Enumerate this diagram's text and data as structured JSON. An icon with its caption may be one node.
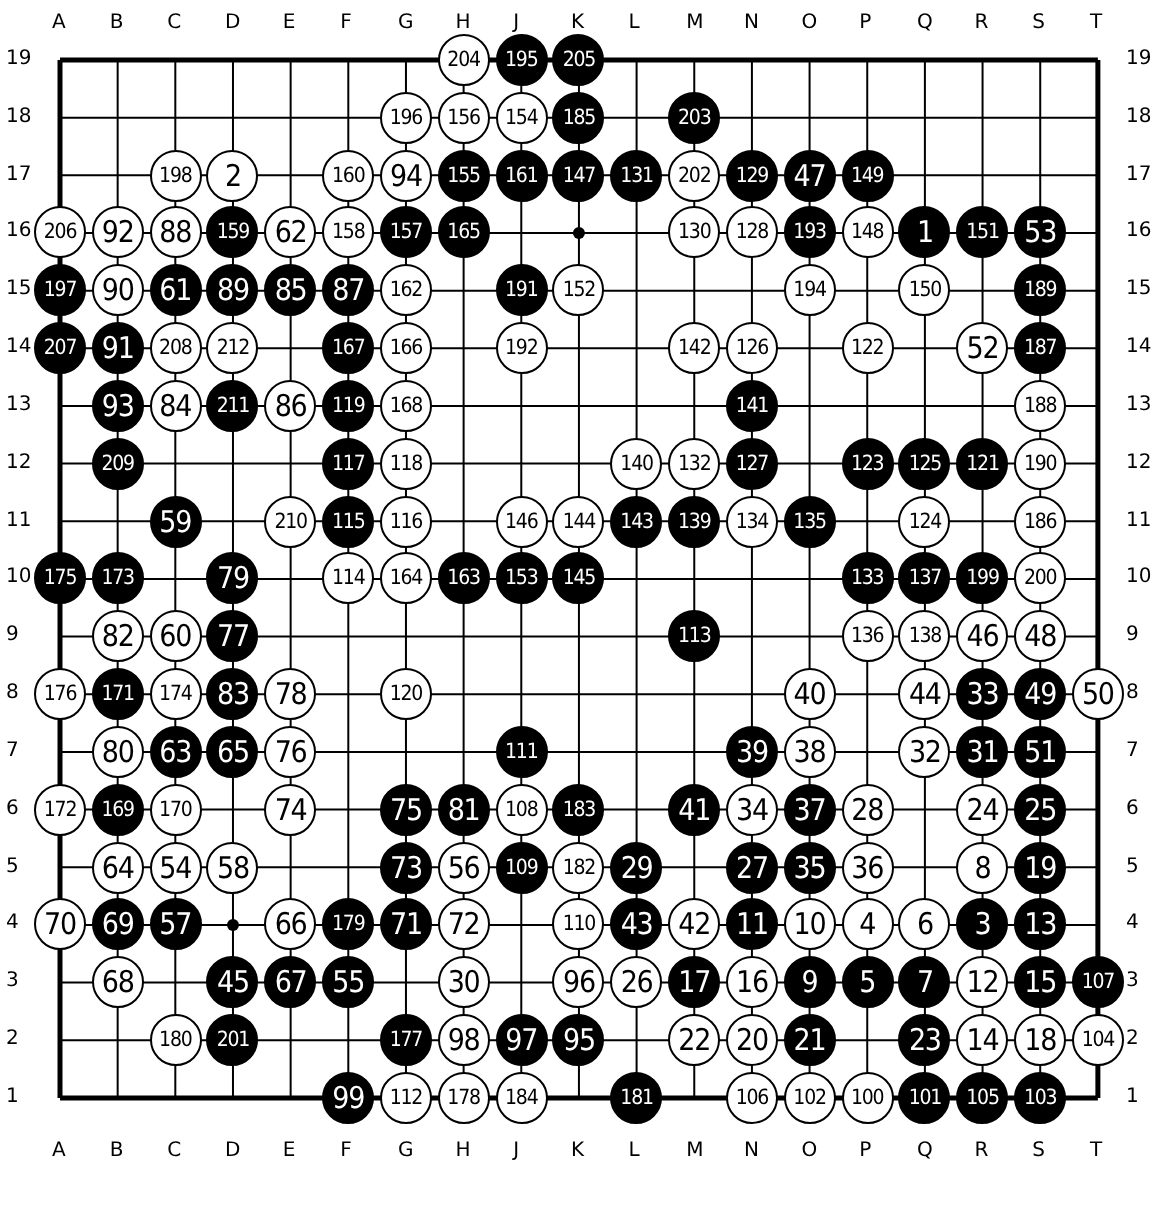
{
  "diagram": {
    "nodes": [
      {
        "text": [
          "204"
        ]
      },
      {
        "text": [
          "195"
        ]
      },
      {
        "text": [
          "205"
        ]
      },
      {
        "text": [
          "196"
        ]
      },
      {
        "text": [
          "156"
        ]
      },
      {
        "text": [
          "154"
        ]
      },
      {
        "text": [
          "185"
        ]
      },
      {
        "text": [
          "203"
        ]
      },
      {
        "text": [
          "198"
        ]
      },
      {
        "text": [
          "2"
        ]
      },
      {
        "text": [
          "160"
        ]
      },
      {
        "text": [
          "94"
        ]
      },
      {
        "text": [
          "155"
        ]
      },
      {
        "text": [
          "161"
        ]
      },
      {
        "text": [
          "147"
        ]
      },
      {
        "text": [
          "131"
        ]
      },
      {
        "text": [
          "202"
        ]
      },
      {
        "text": [
          "129"
        ]
      },
      {
        "text": [
          "47"
        ]
      },
      {
        "text": [
          "149"
        ]
      },
      {
        "text": [
          "206"
        ]
      },
      {
        "text": [
          "92"
        ]
      },
      {
        "text": [
          "88"
        ]
      },
      {
        "text": [
          "159"
        ]
      },
      {
        "text": [
          "62"
        ]
      },
      {
        "text": [
          "158"
        ]
      },
      {
        "text": [
          "157"
        ]
      },
      {
        "text": [
          "165"
        ]
      },
      {
        "text": [
          "130"
        ]
      },
      {
        "text": [
          "128"
        ]
      },
      {
        "text": [
          "193"
        ]
      },
      {
        "text": [
          "148"
        ]
      },
      {
        "text": [
          "1"
        ]
      },
      {
        "text": [
          "151"
        ]
      },
      {
        "text": [
          "53"
        ]
      },
      {
        "text": [
          "197"
        ]
      },
      {
        "text": [
          "90"
        ]
      },
      {
        "text": [
          "61"
        ]
      },
      {
        "text": [
          "89"
        ]
      },
      {
        "text": [
          "85"
        ]
      },
      {
        "text": [
          "87"
        ]
      },
      {
        "text": [
          "162"
        ]
      },
      {
        "text": [
          "191"
        ]
      },
      {
        "text": [
          "152"
        ]
      },
      {
        "text": [
          "194"
        ]
      },
      {
        "text": [
          "150"
        ]
      },
      {
        "text": [
          "189"
        ]
      },
      {
        "text": [
          "207"
        ]
      },
      {
        "text": [
          "91"
        ]
      },
      {
        "text": [
          "208"
        ]
      },
      {
        "text": [
          "212"
        ]
      },
      {
        "text": [
          "167"
        ]
      },
      {
        "text": [
          "166"
        ]
      },
      {
        "text": [
          "192"
        ]
      },
      {
        "text": [
          "142"
        ]
      },
      {
        "text": [
          "126"
        ]
      },
      {
        "text": [
          "122"
        ]
      },
      {
        "text": [
          "52"
        ]
      },
      {
        "text": [
          "187"
        ]
      },
      {
        "text": [
          "93"
        ]
      },
      {
        "text": [
          "84"
        ]
      },
      {
        "text": [
          "211"
        ]
      },
      {
        "text": [
          "86"
        ]
      },
      {
        "text": [
          "119"
        ]
      },
      {
        "text": [
          "168"
        ]
      },
      {
        "text": [
          "141"
        ]
      },
      {
        "text": [
          "188"
        ]
      },
      {
        "text": [
          "209"
        ]
      },
      {
        "text": [
          "117"
        ]
      },
      {
        "text": [
          "118"
        ]
      },
      {
        "text": [
          "140"
        ]
      },
      {
        "text": [
          "132"
        ]
      },
      {
        "text": [
          "127"
        ]
      },
      {
        "text": [
          "123"
        ]
      },
      {
        "text": [
          "125"
        ]
      },
      {
        "text": [
          "121"
        ]
      },
      {
        "text": [
          "190"
        ]
      },
      {
        "text": [
          "59"
        ]
      },
      {
        "text": [
          "210"
        ]
      },
      {
        "text": [
          "115"
        ]
      },
      {
        "text": [
          "116"
        ]
      },
      {
        "text": [
          "146"
        ]
      },
      {
        "text": [
          "144"
        ]
      },
      {
        "text": [
          "143"
        ]
      },
      {
        "text": [
          "139"
        ]
      },
      {
        "text": [
          "134"
        ]
      },
      {
        "text": [
          "135"
        ]
      },
      {
        "text": [
          "124"
        ]
      },
      {
        "text": [
          "186"
        ]
      },
      {
        "text": [
          "175"
        ]
      },
      {
        "text": [
          "173"
        ]
      },
      {
        "text": [
          "79"
        ]
      },
      {
        "text": [
          "114"
        ]
      },
      {
        "text": [
          "164"
        ]
      },
      {
        "text": [
          "163"
        ]
      },
      {
        "text": [
          "153"
        ]
      },
      {
        "text": [
          "145"
        ]
      },
      {
        "text": [
          "133"
        ]
      },
      {
        "text": [
          "137"
        ]
      },
      {
        "text": [
          "199"
        ]
      },
      {
        "text": [
          "200"
        ]
      },
      {
        "text": [
          "82"
        ]
      },
      {
        "text": [
          "60"
        ]
      },
      {
        "text": [
          "77"
        ]
      },
      {
        "text": [
          "113"
        ]
      },
      {
        "text": [
          "136"
        ]
      },
      {
        "text": [
          "138"
        ]
      },
      {
        "text": [
          "46"
        ]
      },
      {
        "text": [
          "48"
        ]
      },
      {
        "text": [
          "176"
        ]
      },
      {
        "text": [
          "171"
        ]
      },
      {
        "text": [
          "174"
        ]
      },
      {
        "text": [
          "83"
        ]
      },
      {
        "text": [
          "78"
        ]
      },
      {
        "text": [
          "120"
        ]
      },
      {
        "text": [
          "40"
        ]
      },
      {
        "text": [
          "44"
        ]
      },
      {
        "text": [
          "33"
        ]
      },
      {
        "text": [
          "49"
        ]
      },
      {
        "text": [
          "50"
        ]
      },
      {
        "text": [
          "80"
        ]
      },
      {
        "text": [
          "63"
        ]
      },
      {
        "text": [
          "65"
        ]
      },
      {
        "text": [
          "76"
        ]
      },
      {
        "text": [
          "111"
        ]
      },
      {
        "text": [
          "39"
        ]
      },
      {
        "text": [
          "38"
        ]
      },
      {
        "text": [
          "32"
        ]
      },
      {
        "text": [
          "31"
        ]
      },
      {
        "text": [
          "51"
        ]
      },
      {
        "text": [
          "172"
        ]
      },
      {
        "text": [
          "169"
        ]
      },
      {
        "text": [
          "170"
        ]
      },
      {
        "text": [
          "74"
        ]
      },
      {
        "text": [
          "75"
        ]
      },
      {
        "text": [
          "81"
        ]
      },
      {
        "text": [
          "108"
        ]
      },
      {
        "text": [
          "183"
        ]
      },
      {
        "text": [
          "41"
        ]
      },
      {
        "text": [
          "34"
        ]
      },
      {
        "text": [
          "37"
        ]
      },
      {
        "text": [
          "28"
        ]
      },
      {
        "text": [
          "24"
        ]
      },
      {
        "text": [
          "25"
        ]
      },
      {
        "text": [
          "64"
        ]
      },
      {
        "text": [
          "54"
        ]
      },
      {
        "text": [
          "58"
        ]
      },
      {
        "text": [
          "73"
        ]
      },
      {
        "text": [
          "56"
        ]
      },
      {
        "text": [
          "109"
        ]
      },
      {
        "text": [
          "182"
        ]
      },
      {
        "text": [
          "29"
        ]
      },
      {
        "text": [
          "27"
        ]
      },
      {
        "text": [
          "35"
        ]
      },
      {
        "text": [
          "36"
        ]
      },
      {
        "text": [
          "8"
        ]
      },
      {
        "text": [
          "19"
        ]
      },
      {
        "text": [
          "70"
        ]
      },
      {
        "text": [
          "69"
        ]
      },
      {
        "text": [
          "57"
        ]
      },
      {
        "text": [
          "66"
        ]
      },
      {
        "text": [
          "179"
        ]
      },
      {
        "text": [
          "71"
        ]
      },
      {
        "text": [
          "72"
        ]
      },
      {
        "text": [
          "110"
        ]
      },
      {
        "text": [
          "43"
        ]
      },
      {
        "text": [
          "42"
        ]
      },
      {
        "text": [
          "11"
        ]
      },
      {
        "text": [
          "10"
        ]
      },
      {
        "text": [
          "4"
        ]
      },
      {
        "text": [
          "6"
        ]
      },
      {
        "text": [
          "3"
        ]
      },
      {
        "text": [
          "13"
        ]
      },
      {
        "text": [
          "68"
        ]
      },
      {
        "text": [
          "45"
        ]
      },
      {
        "text": [
          "67"
        ]
      },
      {
        "text": [
          "55"
        ]
      },
      {
        "text": [
          "30"
        ]
      },
      {
        "text": [
          "96"
        ]
      },
      {
        "text": [
          "26"
        ]
      },
      {
        "text": [
          "17"
        ]
      },
      {
        "text": [
          "16"
        ]
      },
      {
        "text": [
          "9"
        ]
      },
      {
        "text": [
          "5"
        ]
      },
      {
        "text": [
          "7"
        ]
      },
      {
        "text": [
          "12"
        ]
      },
      {
        "text": [
          "15"
        ]
      },
      {
        "text": [
          "107"
        ]
      },
      {
        "text": [
          "180"
        ]
      },
      {
        "text": [
          "201"
        ]
      },
      {
        "text": [
          "177"
        ]
      },
      {
        "text": [
          "98"
        ]
      },
      {
        "text": [
          "97"
        ]
      },
      {
        "text": [
          "95"
        ]
      },
      {
        "text": [
          "22"
        ]
      },
      {
        "text": [
          "20"
        ]
      },
      {
        "text": [
          "21"
        ]
      },
      {
        "text": [
          "23"
        ]
      },
      {
        "text": [
          "14"
        ]
      },
      {
        "text": [
          "18"
        ]
      },
      {
        "text": [
          "104"
        ]
      },
      {
        "text": [
          "99"
        ]
      },
      {
        "text": [
          "112"
        ]
      },
      {
        "text": [
          "178"
        ]
      },
      {
        "text": [
          "184"
        ]
      },
      {
        "text": [
          "181"
        ]
      },
      {
        "text": [
          "106"
        ]
      },
      {
        "text": [
          "102"
        ]
      },
      {
        "text": [
          "100"
        ]
      },
      {
        "text": [
          "101"
        ]
      },
      {
        "text": [
          "105"
        ]
      },
      {
        "text": [
          "103"
        ]
      }
    ],
    "labels": [
      "A",
      "B",
      "C",
      "D",
      "E",
      "F",
      "G",
      "H",
      "J",
      "K",
      "L",
      "M",
      "N",
      "O",
      "P",
      "Q",
      "R",
      "S",
      "T",
      "19",
      "19",
      "18",
      "18",
      "17",
      "17",
      "16",
      "16",
      "15",
      "15",
      "14",
      "14",
      "13",
      "13",
      "12",
      "12",
      "11",
      "11",
      "10",
      "10",
      "9",
      "9",
      "8",
      "8",
      "7",
      "7",
      "6",
      "6",
      "5",
      "5",
      "4",
      "4",
      "3",
      "3",
      "2",
      "2",
      "1",
      "1",
      "A",
      "B",
      "C",
      "D",
      "E",
      "F",
      "G",
      "H",
      "J",
      "K",
      "L",
      "M",
      "N",
      "O",
      "P",
      "Q",
      "R",
      "S",
      "T"
    ]
  }
}
